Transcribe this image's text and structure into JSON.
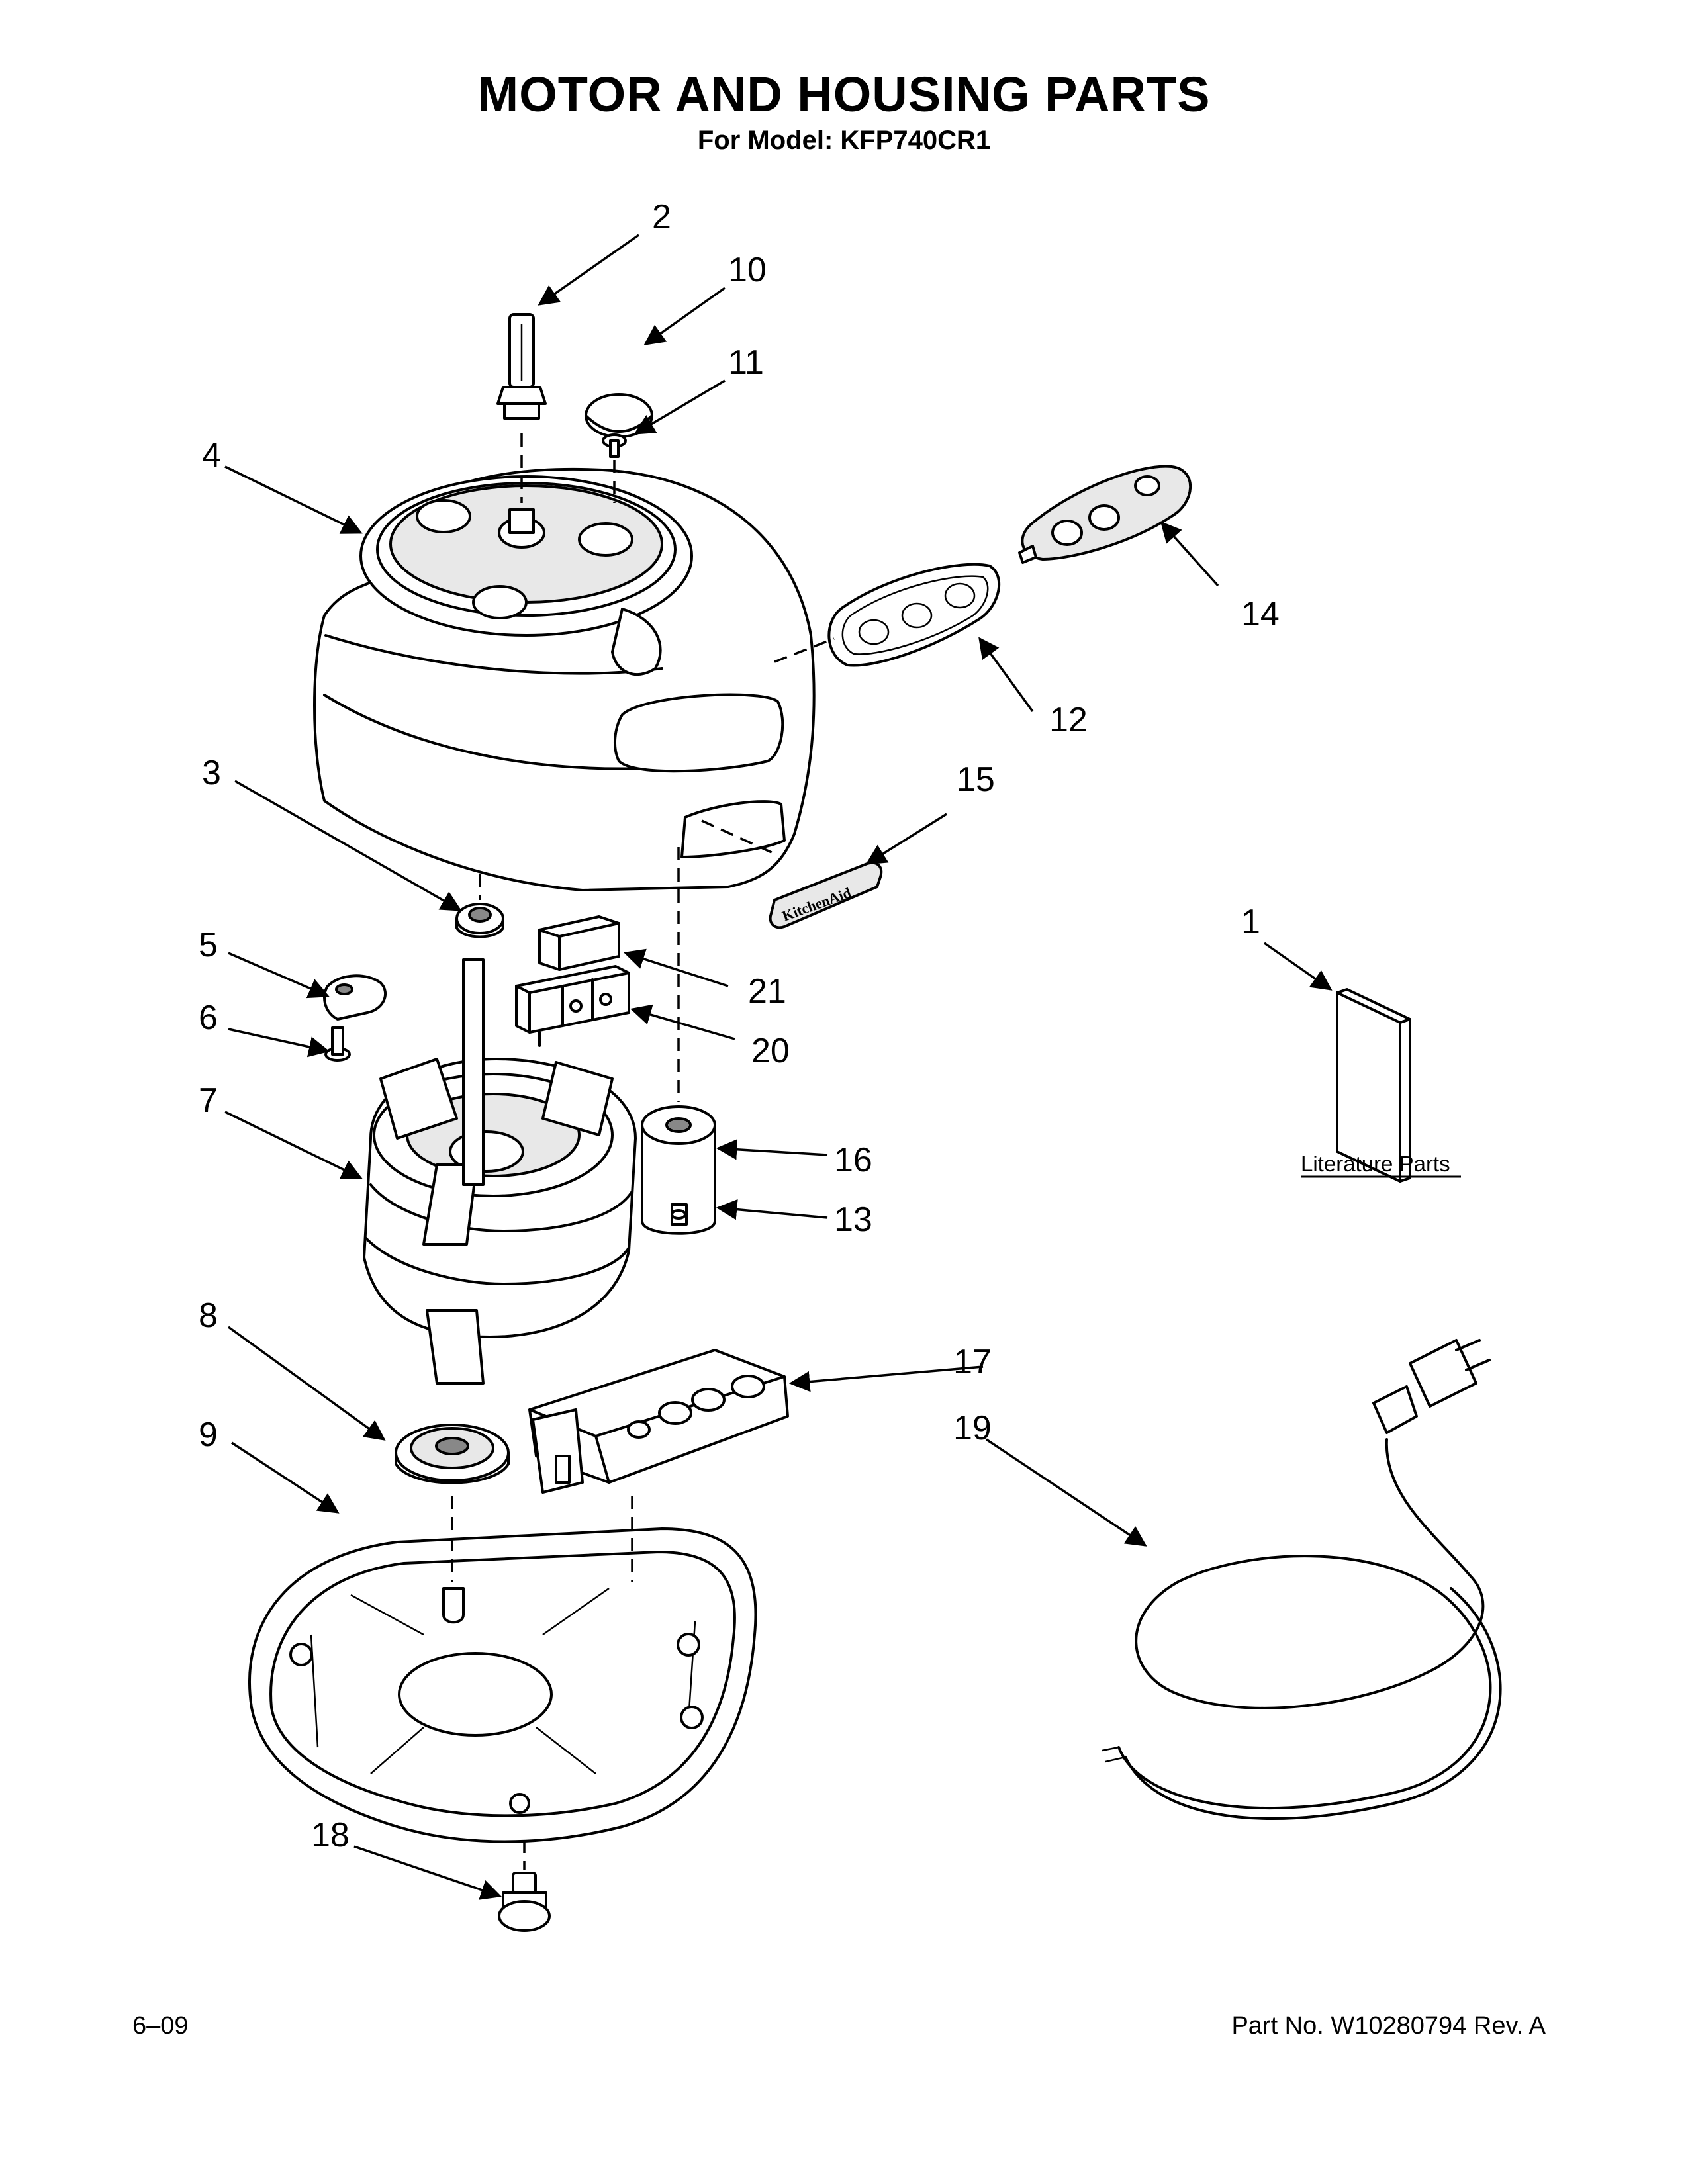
{
  "header": {
    "title": "MOTOR AND HOUSING PARTS",
    "subtitle": "For Model: KFP740CR1"
  },
  "callouts": {
    "c1": "1",
    "c2": "2",
    "c3": "3",
    "c4": "4",
    "c5": "5",
    "c6": "6",
    "c7": "7",
    "c8": "8",
    "c9": "9",
    "c10": "10",
    "c11": "11",
    "c12": "12",
    "c13": "13",
    "c14": "14",
    "c15": "15",
    "c16": "16",
    "c17": "17",
    "c18": "18",
    "c19": "19",
    "c20": "20",
    "c21": "21"
  },
  "literature_label": "Literature Parts",
  "badge_text": "KitchenAid",
  "footer": {
    "date": "6–09",
    "part_number": "Part No. W10280794 Rev. A"
  }
}
